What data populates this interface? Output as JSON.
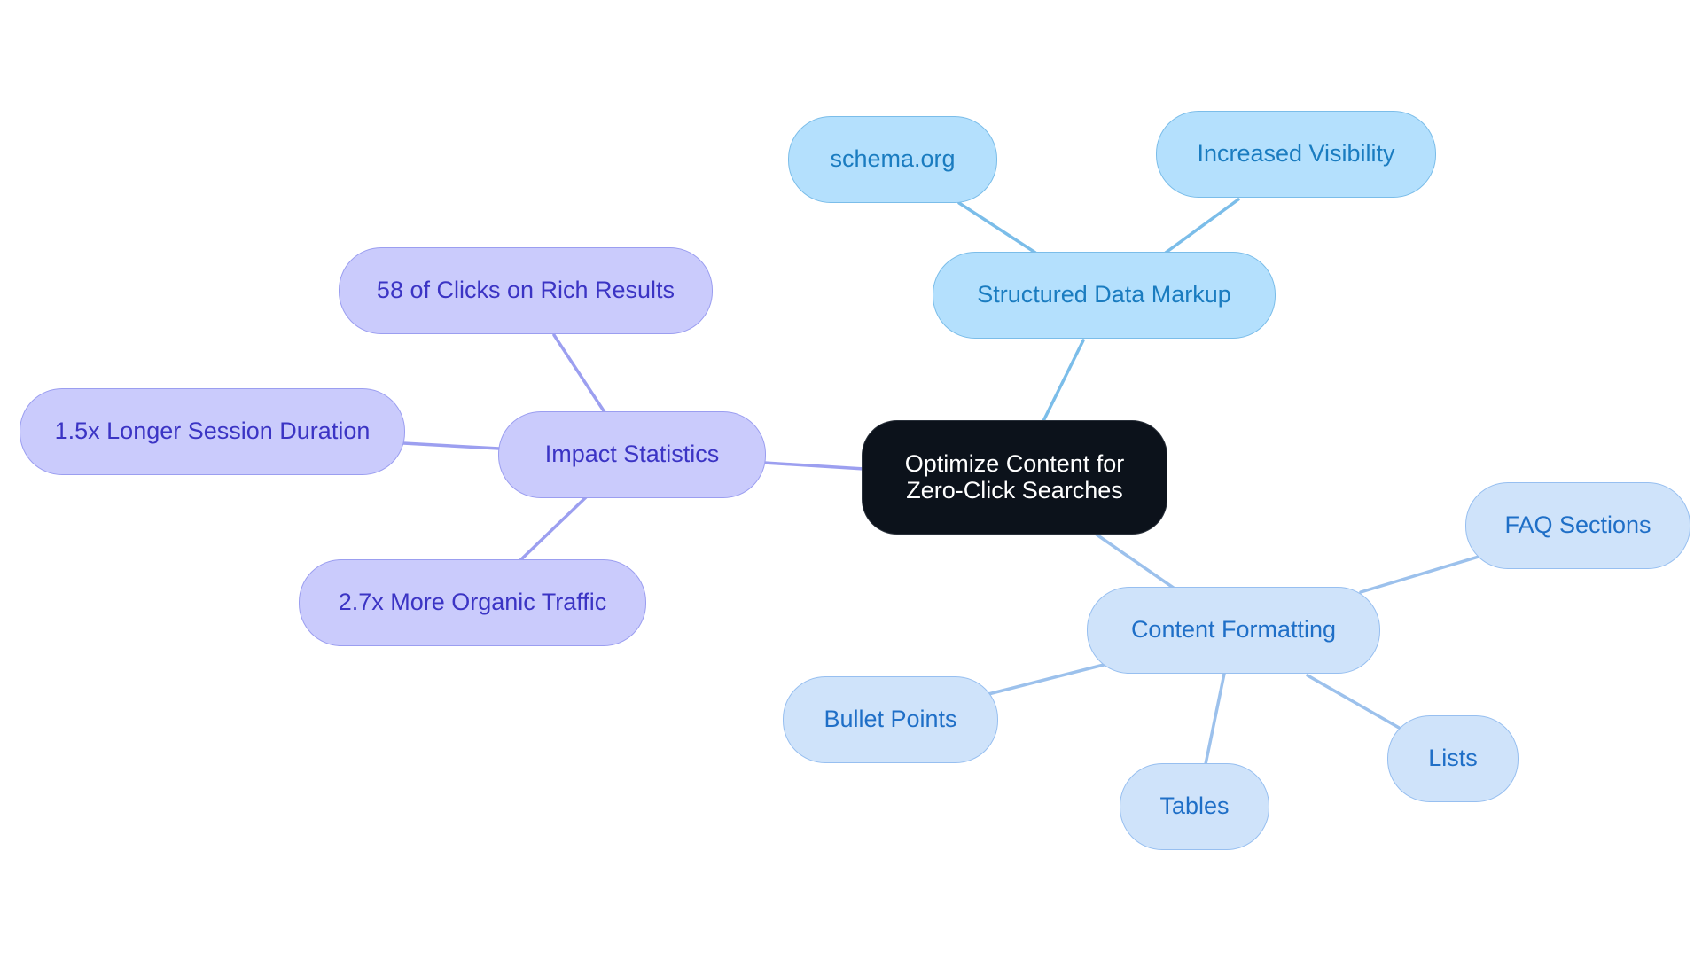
{
  "colors": {
    "root_fill": "#0c121b",
    "root_text": "#ffffff",
    "impact_fill": "#cacbfc",
    "impact_text": "#3b34c4",
    "impact_line": "#9c9ff0",
    "structured_fill": "#b4e0fd",
    "structured_text": "#1a7cc0",
    "structured_line": "#7bbde9",
    "formatting_fill": "#cfe3fa",
    "formatting_text": "#1f6fc7",
    "formatting_line": "#9cc1ec"
  },
  "root": {
    "line1": "Optimize Content for",
    "line2": "Zero-Click Searches"
  },
  "branches": {
    "impact": {
      "label": "Impact Statistics",
      "children": [
        "58 of Clicks on Rich Results",
        "1.5x Longer Session Duration",
        "2.7x More Organic Traffic"
      ]
    },
    "structured": {
      "label": "Structured Data Markup",
      "children": [
        "schema.org",
        "Increased Visibility"
      ]
    },
    "formatting": {
      "label": "Content Formatting",
      "children": [
        "FAQ Sections",
        "Bullet Points",
        "Tables",
        "Lists"
      ]
    }
  }
}
